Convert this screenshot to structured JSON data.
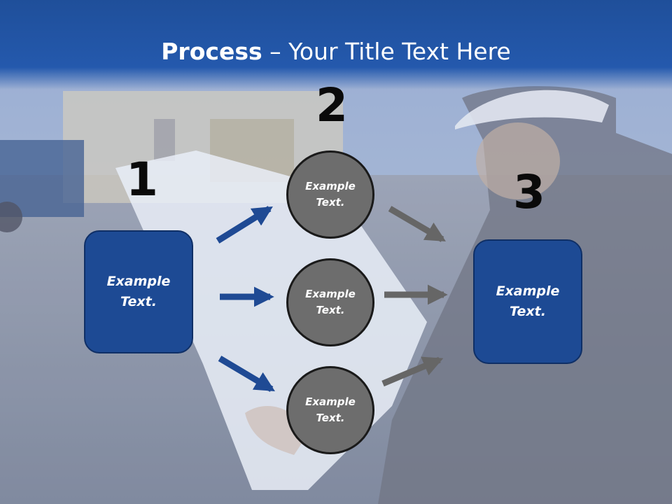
{
  "title": {
    "bold": "Process",
    "rest": " – Your Title Text Here"
  },
  "steps": {
    "one": "1",
    "two": "2",
    "three": "3"
  },
  "left_box": {
    "label": "Example\nText."
  },
  "circles": [
    {
      "label": "Example\nText."
    },
    {
      "label": "Example\nText."
    },
    {
      "label": "Example\nText."
    }
  ],
  "right_box": {
    "label": "Example\nText."
  },
  "colors": {
    "header": "#2459ad",
    "box": "#1d4a94",
    "circle": "#6d6d6d",
    "blue_arrow": "#1f4a94",
    "gray_arrow": "#666666"
  }
}
